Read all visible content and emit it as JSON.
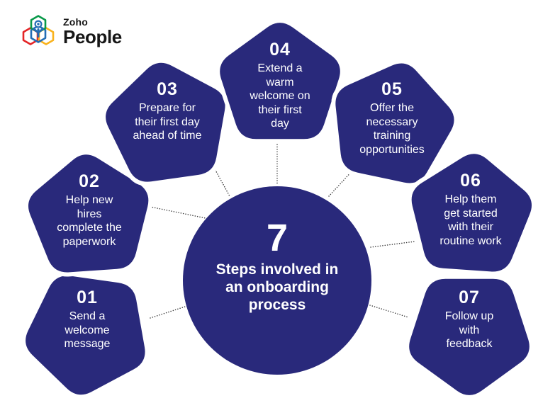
{
  "logo": {
    "brand": "Zoho",
    "product": "People",
    "icon_colors": {
      "green": "#089949",
      "red": "#E42527",
      "yellow": "#F9B21D",
      "blue": "#226DB4"
    }
  },
  "center": {
    "number": "7",
    "title": "Steps involved in\nan onboarding\nprocess"
  },
  "steps": [
    {
      "num": "01",
      "text": "Send a\nwelcome\nmessage"
    },
    {
      "num": "02",
      "text": "Help new\nhires\ncomplete the\npaperwork"
    },
    {
      "num": "03",
      "text": "Prepare for\ntheir first day\nahead of time"
    },
    {
      "num": "04",
      "text": "Extend a\nwarm\nwelcome on\ntheir first\nday"
    },
    {
      "num": "05",
      "text": "Offer the\nnecessary\ntraining\nopportunities"
    },
    {
      "num": "06",
      "text": "Help them\nget started\nwith their\nroutine work"
    },
    {
      "num": "07",
      "text": "Follow up\nwith\nfeedback"
    }
  ],
  "colors": {
    "shape_navy": "#29297B",
    "dotted_line": "#3a3a3a",
    "text_on_shape": "#ffffff"
  }
}
